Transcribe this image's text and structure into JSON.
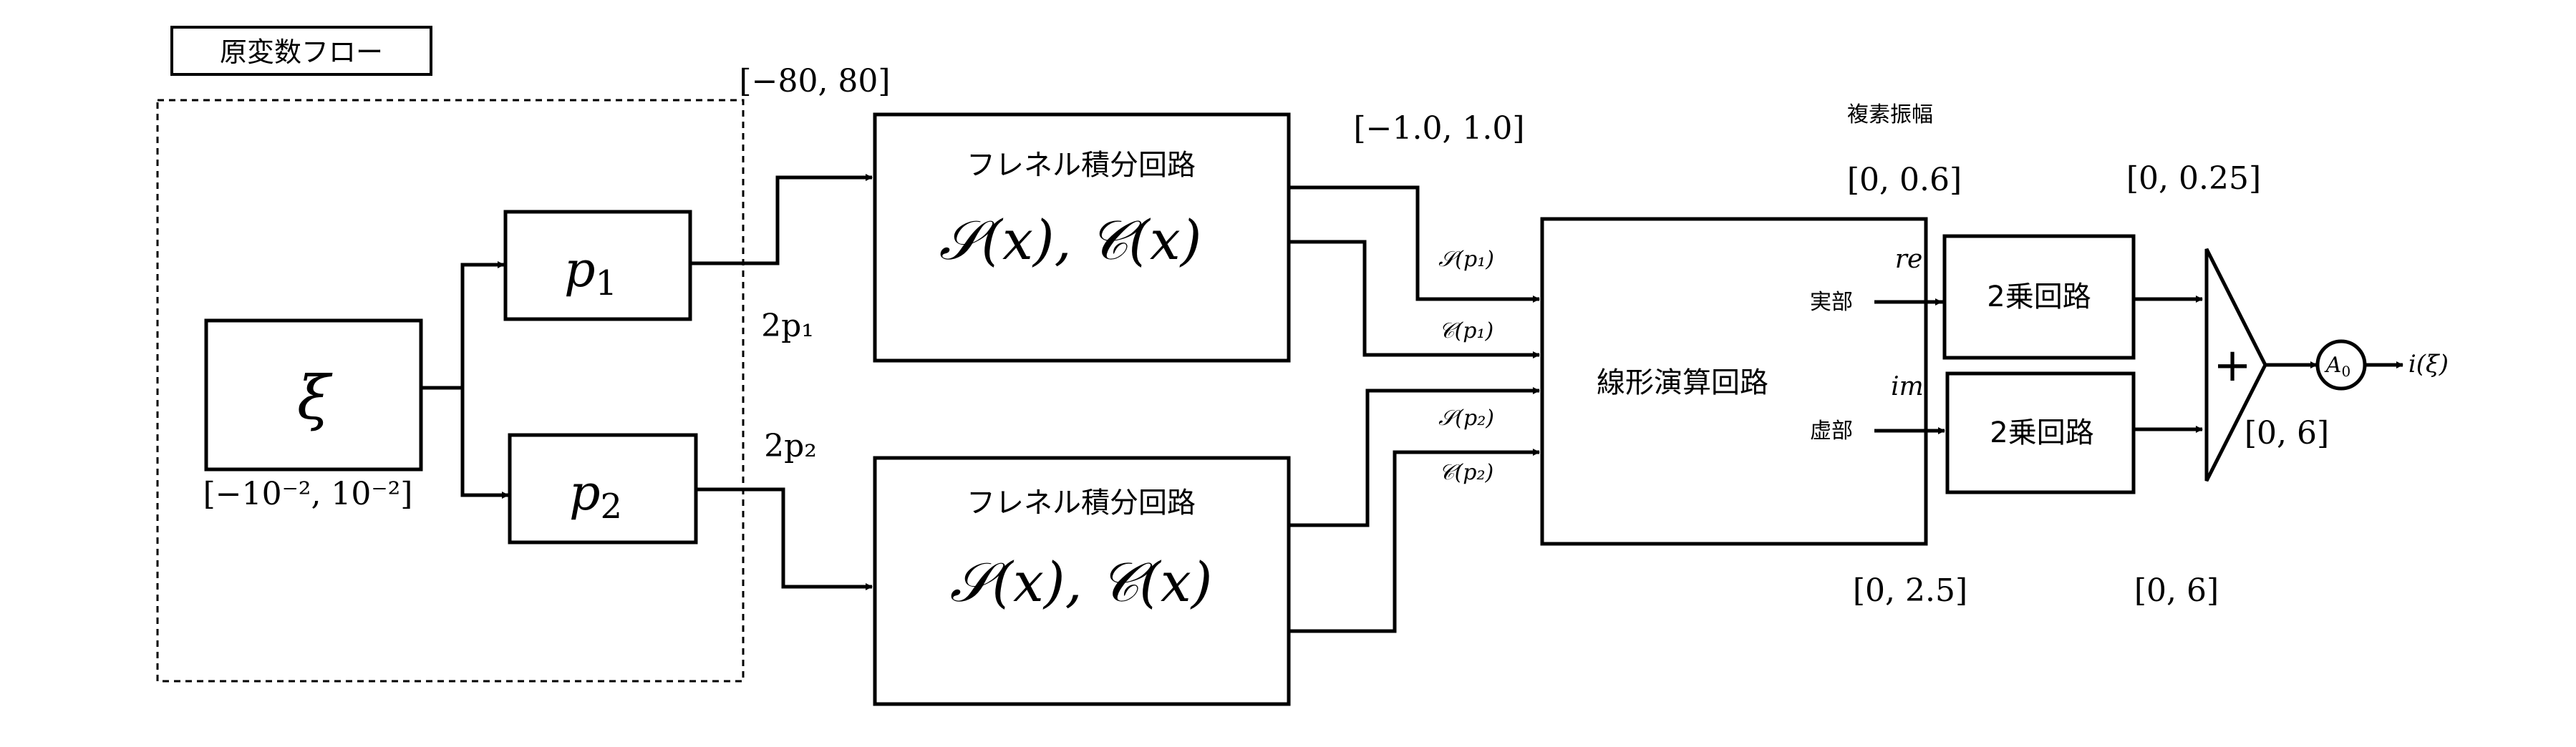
{
  "title_label": "原変数フロー",
  "source": {
    "symbol": "ξ",
    "range": "[−10⁻², 10⁻²]"
  },
  "p1": {
    "symbol": "p",
    "sub": "1",
    "output_label": "2p₁",
    "range": "[−80, 80]"
  },
  "p2": {
    "symbol": "p",
    "sub": "2",
    "output_label": "2p₂"
  },
  "fresnel_top": {
    "title": "フレネル積分回路",
    "formula": "𝒮(x), 𝒞(x)",
    "range": "[−1.0, 1.0]"
  },
  "fresnel_bottom": {
    "title": "フレネル積分回路",
    "formula": "𝒮(x), 𝒞(x)"
  },
  "signals": {
    "s_p1": "𝒮(p₁)",
    "c_p1": "𝒞(p₁)",
    "s_p2": "𝒮(p₂)",
    "c_p2": "𝒞(p₂)"
  },
  "linear": {
    "title": "線形演算回路",
    "out_real_label": "実部",
    "out_imag_label": "虚部",
    "complex_amp_label": "複素振幅",
    "range_top": "[0, 0.6]",
    "range_bottom": "[0, 2.5]"
  },
  "real_wire_label": "re",
  "imag_wire_label": "im",
  "square_top": {
    "title": "2乗回路",
    "range": "[0, 0.25]"
  },
  "square_bottom": {
    "title": "2乗回路",
    "range": "[0, 6]"
  },
  "adder": {
    "symbol": "+",
    "range": "[0, 6]"
  },
  "amp": {
    "symbol": "A",
    "sub": "0"
  },
  "output_label": "i(ξ)"
}
